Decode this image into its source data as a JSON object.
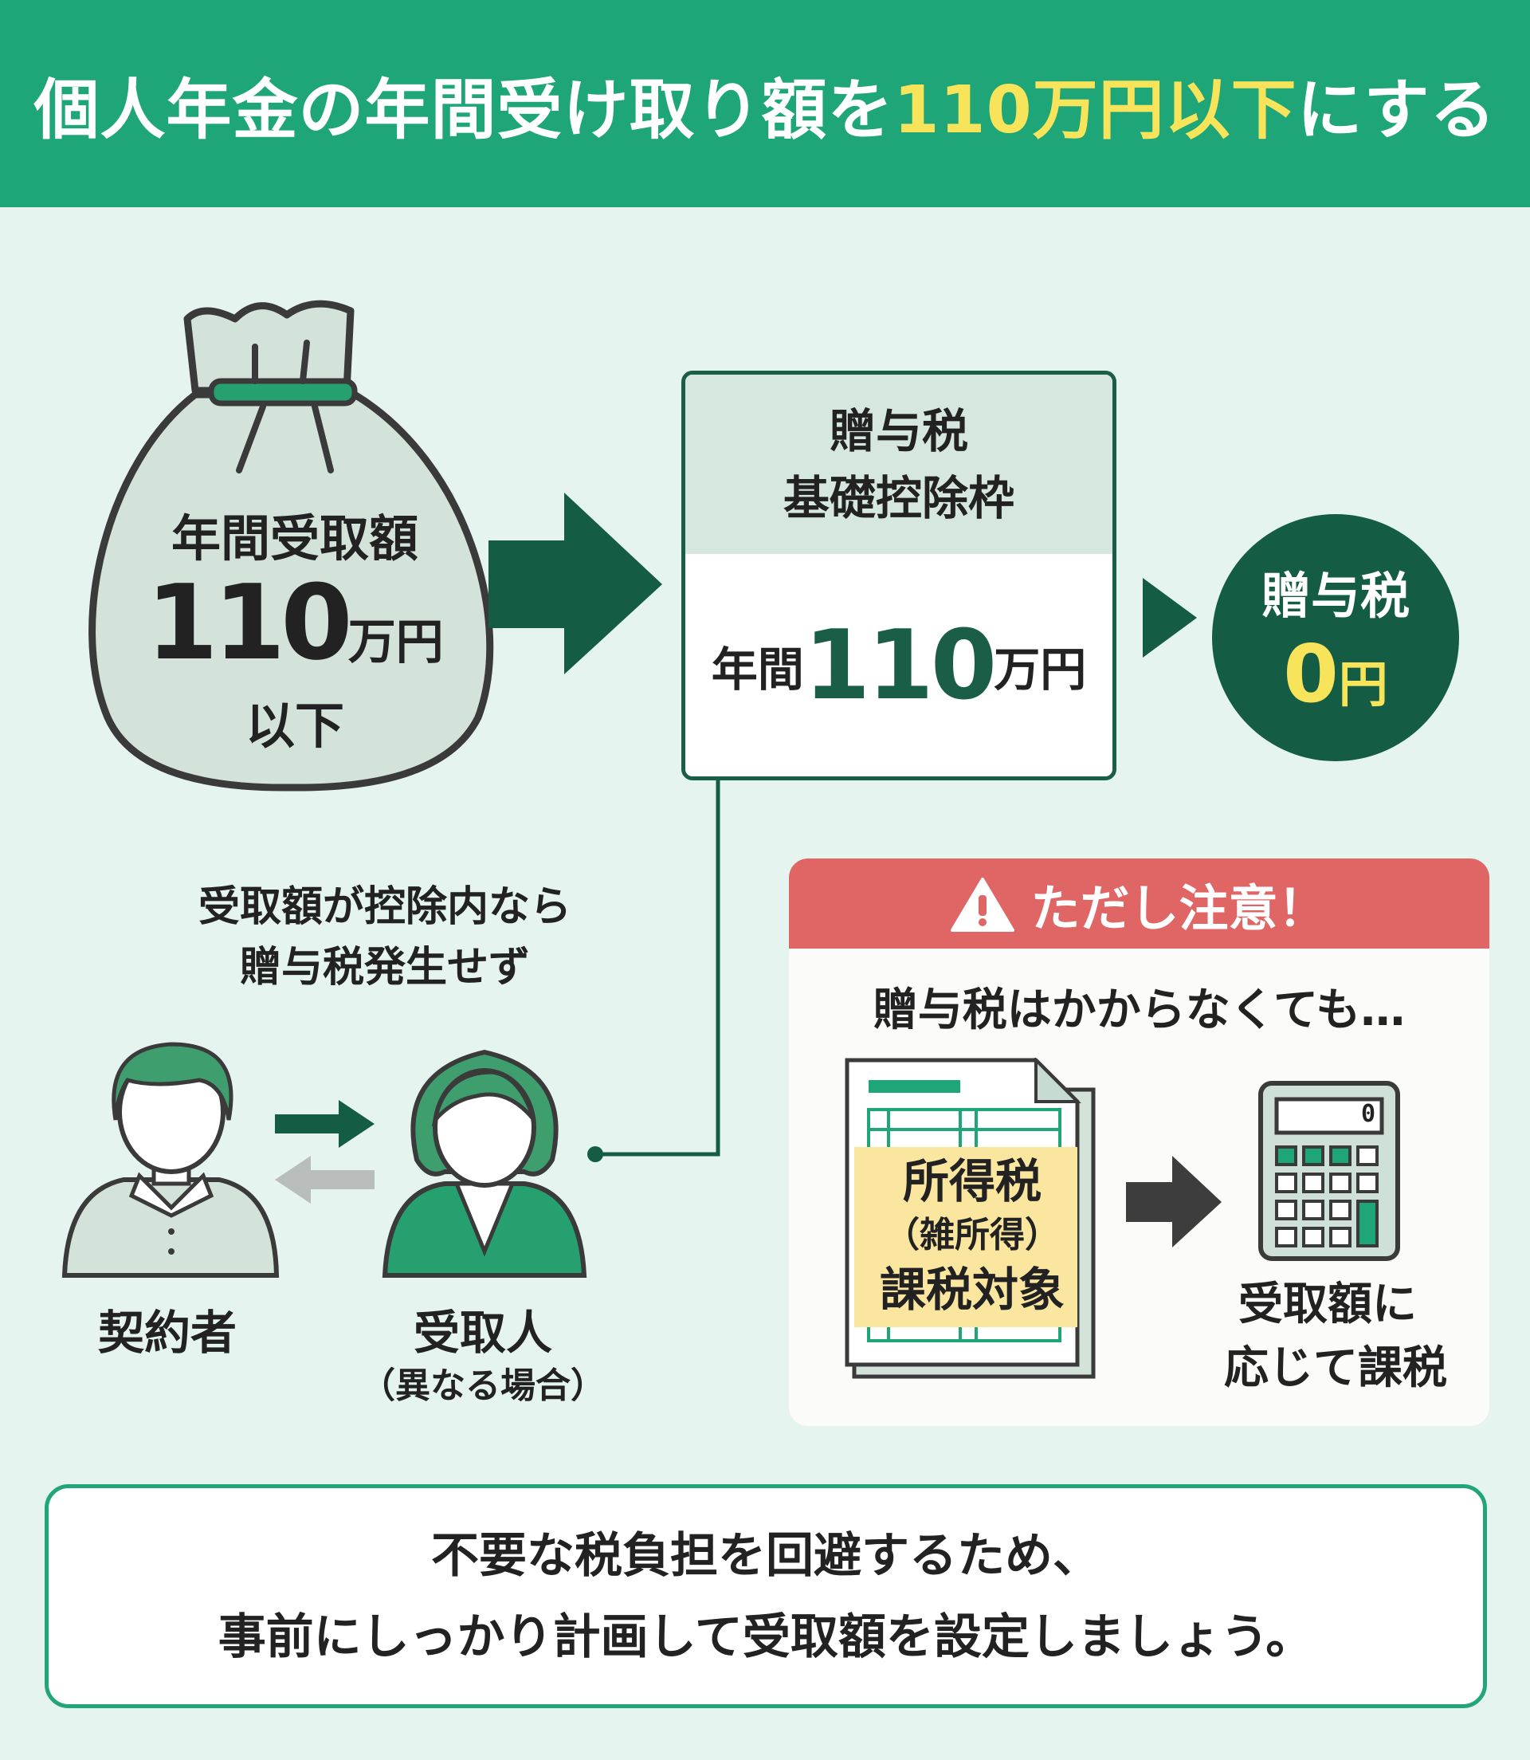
{
  "header": {
    "title_prefix": "個人年金の年間受け取り額を",
    "title_highlight": "110万円以下",
    "title_suffix": "にする"
  },
  "bag": {
    "label": "年間受取額",
    "amount": "110",
    "unit": "万円",
    "suffix": "以下"
  },
  "deduction_box": {
    "title_line1": "贈与税",
    "title_line2": "基礎控除枠",
    "prefix": "年間",
    "amount": "110",
    "unit": "万円"
  },
  "result_circle": {
    "label": "贈与税",
    "amount": "0",
    "unit": "円"
  },
  "note": {
    "line1": "受取額が控除内なら",
    "line2": "贈与税発生せず"
  },
  "people": {
    "contractor": "契約者",
    "recipient": "受取人",
    "recipient_note": "（異なる場合）"
  },
  "caution": {
    "title": "ただし注意！",
    "subtitle": "贈与税はかからなくても…",
    "doc_line1": "所得税",
    "doc_line2": "（雑所得）",
    "doc_line3": "課税対象",
    "calc_display": "0",
    "result_line1": "受取額に",
    "result_line2": "応じて課税"
  },
  "footer": {
    "line1": "不要な税負担を回避するため、",
    "line2": "事前にしっかり計画して受取額を設定しましょう。"
  },
  "colors": {
    "brand": "#1fa678",
    "dark": "#145c44",
    "highlight": "#f7e45a",
    "caution": "#e06565"
  }
}
